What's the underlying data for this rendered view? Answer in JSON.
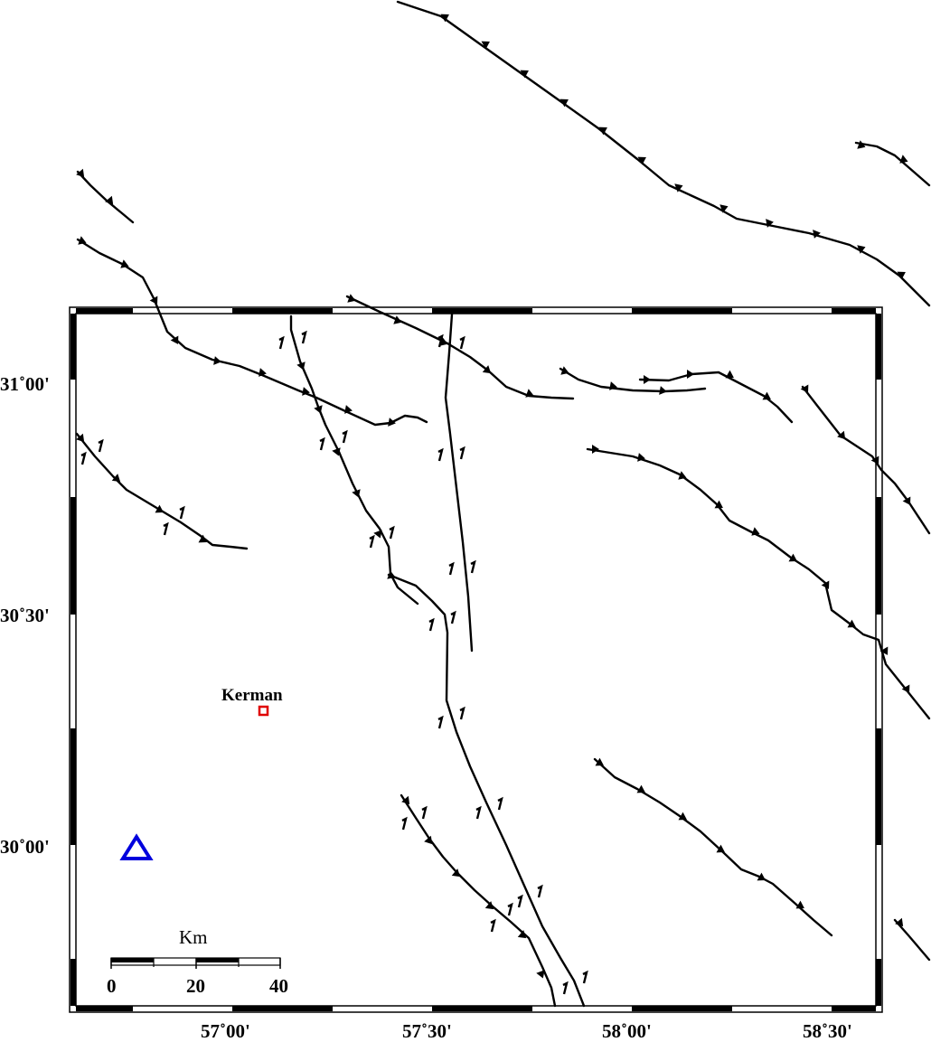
{
  "map": {
    "lon_labels": [
      "57˚00'",
      "57˚30'",
      "58˚00'",
      "58˚30'"
    ],
    "lat_labels": [
      "31˚00'",
      "30˚30'",
      "30˚00'"
    ],
    "city": {
      "name": "Kerman",
      "color": "#e00000"
    },
    "station": {
      "symbol": "triangle",
      "color": "#0000dd"
    },
    "scale_bar": {
      "title": "Km",
      "labels": [
        "0",
        "20",
        "40"
      ]
    },
    "colors": {
      "fault": "#000000",
      "frame": "#000000"
    }
  }
}
